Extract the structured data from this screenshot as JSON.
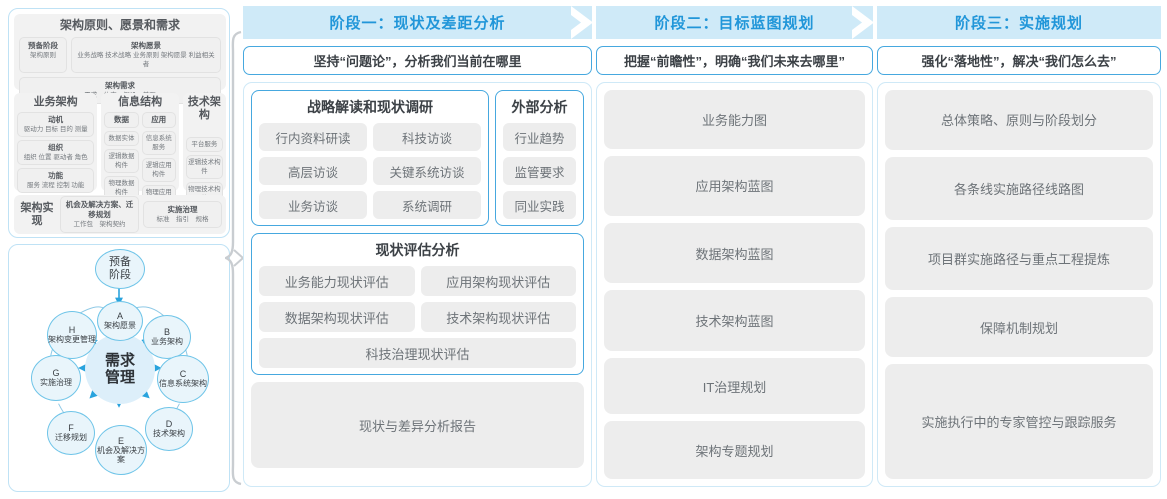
{
  "left": {
    "togaf": {
      "block1": {
        "title": "架构原则、愿景和需求",
        "cells": [
          {
            "title": "预备阶段",
            "sub": "架构原则"
          },
          {
            "title": "架构愿景",
            "sub": "业务战略 技术战略 业务原则 架构愿景 利益相关者"
          },
          {
            "title": "架构需求",
            "sub": "需求　约束　假设　差距"
          }
        ]
      },
      "groups": [
        {
          "name": "业务架构",
          "items": [
            {
              "title": "动机",
              "sub": "驱动力 目标 目的 测量"
            },
            {
              "title": "组织",
              "sub": "组织 位置 驱动者 角色"
            },
            {
              "title": "功能",
              "sub": "服务 流程 控制 功能"
            }
          ]
        },
        {
          "name": "信息结构",
          "col_a": [
            {
              "title": "数据",
              "sub": ""
            },
            {
              "title": "",
              "sub": "数据实体"
            },
            {
              "title": "",
              "sub": "逻辑数据构件"
            },
            {
              "title": "",
              "sub": "物理数据构件"
            }
          ],
          "col_b": [
            {
              "title": "应用",
              "sub": ""
            },
            {
              "title": "",
              "sub": "信息系统服务"
            },
            {
              "title": "",
              "sub": "逻辑应用构件"
            },
            {
              "title": "",
              "sub": "物理应用构件"
            }
          ]
        },
        {
          "name": "技术架构",
          "items": [
            {
              "title": "",
              "sub": "平台服务"
            },
            {
              "title": "",
              "sub": "逻辑技术构件"
            },
            {
              "title": "",
              "sub": "物理技术构件"
            }
          ]
        }
      ],
      "block3": {
        "label": "架构实现",
        "cells": [
          {
            "title": "机会及解决方案、迁移规划",
            "sub": "工作包　架构契约"
          },
          {
            "title": "实施治理",
            "sub": "标准　指引　规格"
          }
        ]
      }
    },
    "adm": {
      "center": "需求管理",
      "prep": "预备阶段",
      "nodes": [
        {
          "key": "A",
          "name": "架构愿景"
        },
        {
          "key": "B",
          "name": "业务架构"
        },
        {
          "key": "C",
          "name": "信息系统架构"
        },
        {
          "key": "D",
          "name": "技术架构"
        },
        {
          "key": "E",
          "name": "机会及解决方案"
        },
        {
          "key": "F",
          "name": "迁移规划"
        },
        {
          "key": "G",
          "name": "实施治理"
        },
        {
          "key": "H",
          "name": "架构变更管理"
        }
      ]
    }
  },
  "stages": [
    {
      "banner": "阶段一：现状及差距分析",
      "subtitle": "坚持“问题论”，分析我们当前在哪里",
      "strategy_card": {
        "title": "战略解读和现状调研",
        "rows": [
          [
            "行内资料研读",
            "科技访谈"
          ],
          [
            "高层访谈",
            "关键系统访谈"
          ],
          [
            "业务访谈",
            "系统调研"
          ]
        ]
      },
      "external_card": {
        "title": "外部分析",
        "items": [
          "行业趋势",
          "监管要求",
          "同业实践"
        ]
      },
      "assess_card": {
        "title": "现状评估分析",
        "rows": [
          [
            "业务能力现状评估",
            "应用架构现状评估"
          ],
          [
            "数据架构现状评估",
            "技术架构现状评估"
          ]
        ],
        "full": "科技治理现状评估"
      },
      "report": "现状与差异分析报告"
    },
    {
      "banner": "阶段二：目标蓝图规划",
      "subtitle": "把握“前瞻性”，明确“我们未来去哪里”",
      "items": [
        {
          "label": "业务能力图",
          "h": 60
        },
        {
          "label": "应用架构蓝图",
          "h": 62
        },
        {
          "label": "数据架构蓝图",
          "h": 62
        },
        {
          "label": "技术架构蓝图",
          "h": 62
        },
        {
          "label": "IT治理规划",
          "h": 58
        },
        {
          "label": "架构专题规划",
          "h": 59
        }
      ]
    },
    {
      "banner": "阶段三：实施规划",
      "subtitle": "强化“落地性”，解决“我们怎么去”",
      "items": [
        {
          "label": "总体策略、原则与阶段划分",
          "h": 62
        },
        {
          "label": "各条线实施路径线路图",
          "h": 66
        },
        {
          "label": "项目群实施路径与重点工程提炼",
          "h": 66
        },
        {
          "label": "保障机制规划",
          "h": 62
        },
        {
          "label": "实施执行中的专家管控与跟踪服务",
          "h": 120
        }
      ]
    }
  ],
  "colors": {
    "banner_bg": "#cfeaf8",
    "banner_text": "#2196d9",
    "card_border": "#46a8df",
    "tile_bg": "#ededed",
    "panel_border": "#cfe9f7"
  }
}
